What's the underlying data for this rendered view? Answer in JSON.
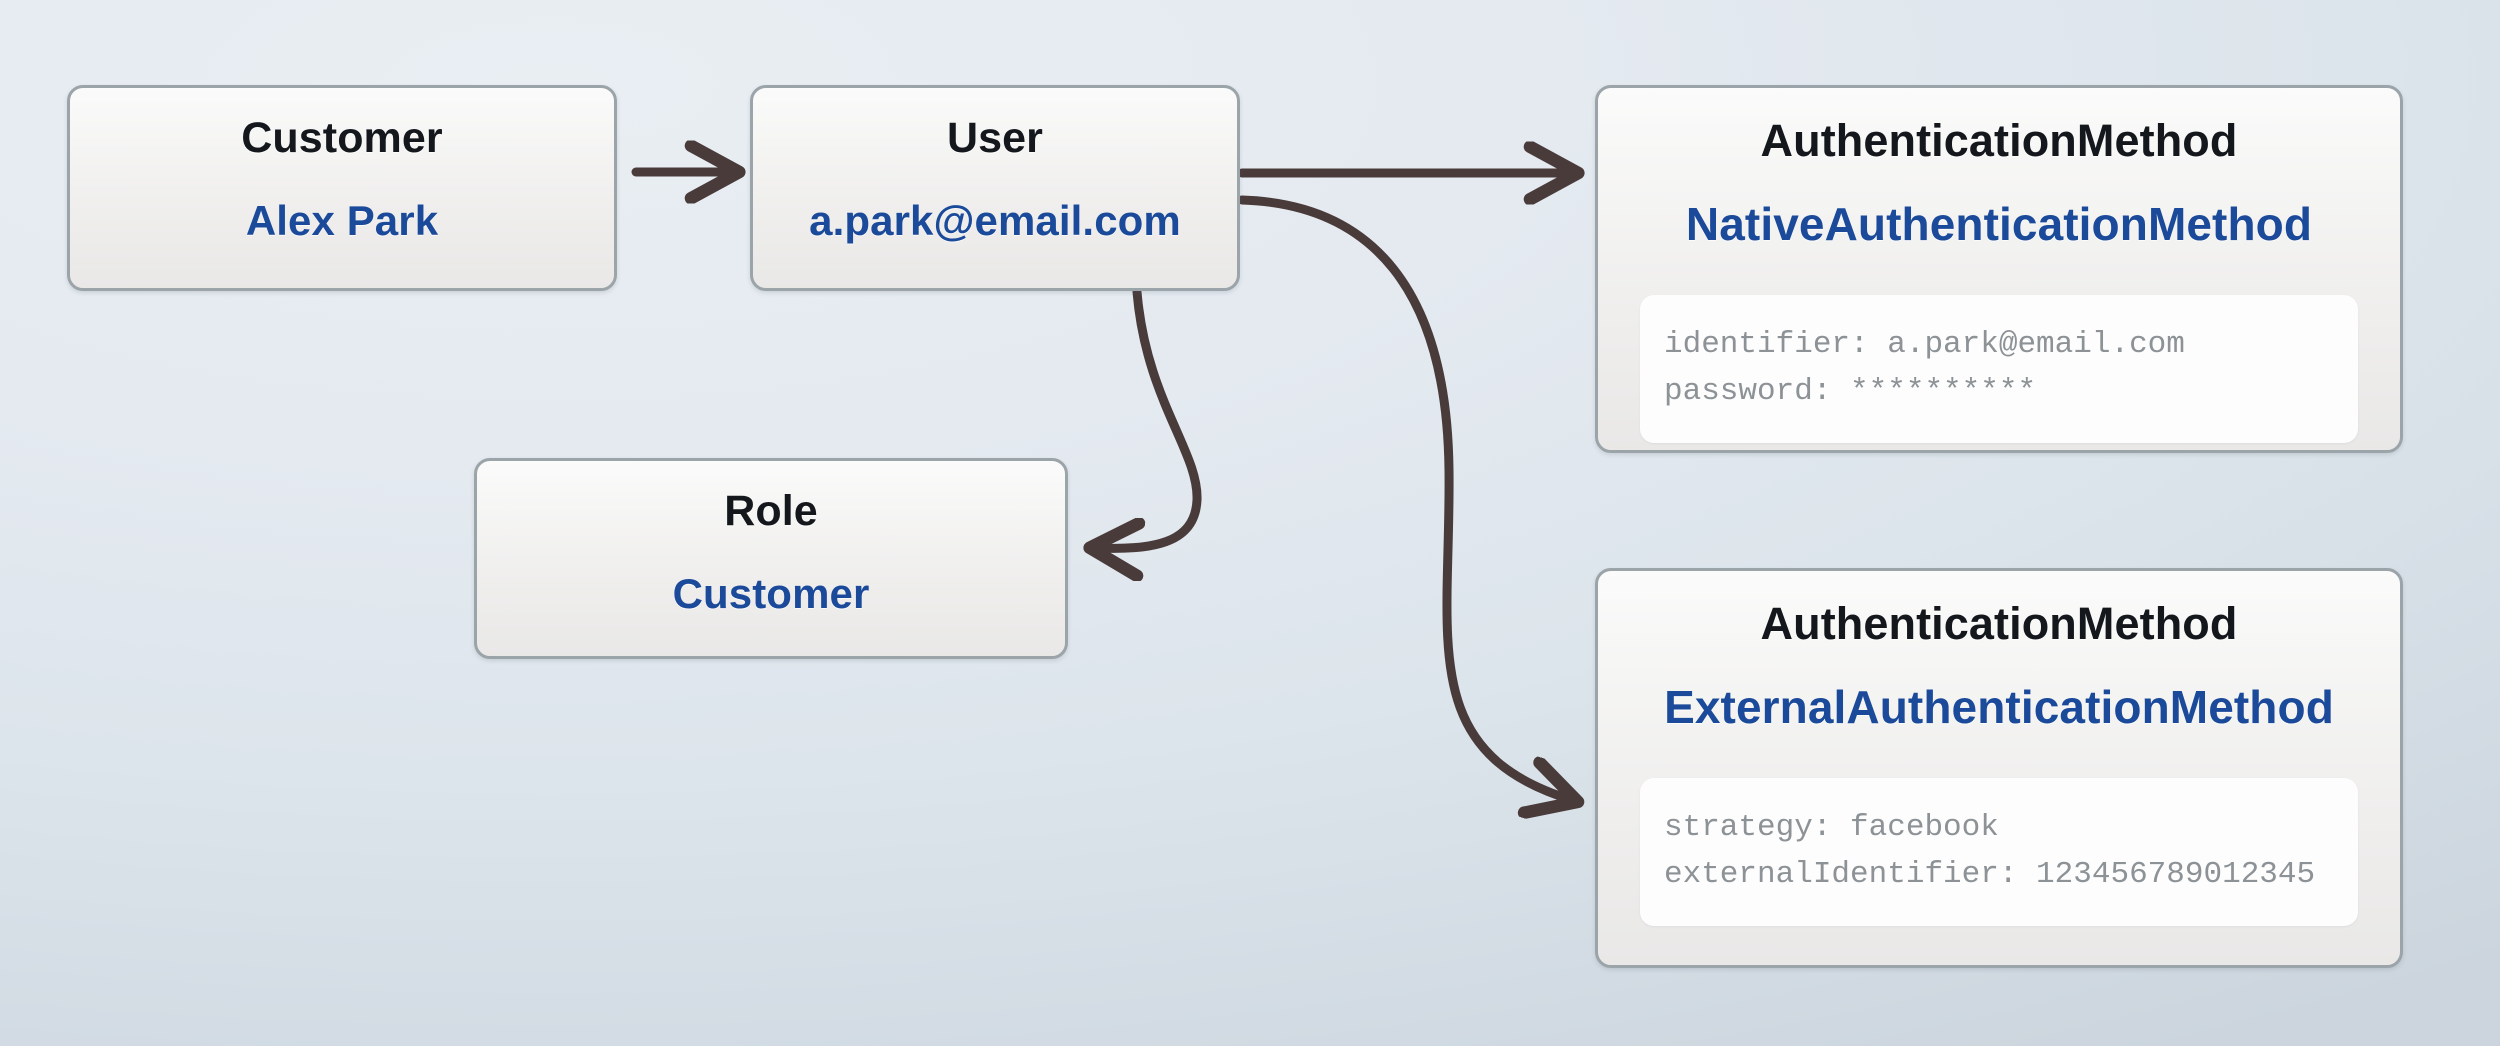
{
  "diagram": {
    "title": "User authentication entity relationship diagram",
    "background_color_top": "#e9eef3",
    "background_color_bottom": "#ccd5dd",
    "edge_color": "#4a3b3b",
    "node_border_color": "#9ba4a9",
    "type_text_color": "#14171c",
    "name_text_color": "#1b4a9a",
    "property_text_color": "#8d9296"
  },
  "nodes": {
    "customer": {
      "type": "Customer",
      "name": "Alex Park"
    },
    "user": {
      "type": "User",
      "name": "a.park@email.com"
    },
    "role": {
      "type": "Role",
      "name": "Customer"
    },
    "native_auth": {
      "type": "AuthenticationMethod",
      "name": "NativeAuthenticationMethod",
      "properties": [
        "identifier: a.park@email.com",
        "password: **********"
      ]
    },
    "external_auth": {
      "type": "AuthenticationMethod",
      "name": "ExternalAuthenticationMethod",
      "properties": [
        "strategy: facebook",
        "externalIdentifier: 123456789012345"
      ]
    }
  },
  "edges": [
    {
      "id": "customer-to-user",
      "from": "customer",
      "to": "user",
      "style": "straight-arrow"
    },
    {
      "id": "user-to-native-auth",
      "from": "user",
      "to": "native_auth",
      "style": "straight-arrow"
    },
    {
      "id": "user-to-external-auth",
      "from": "user",
      "to": "external_auth",
      "style": "curved-arrow"
    },
    {
      "id": "user-to-role",
      "from": "user",
      "to": "role",
      "style": "curved-arrow"
    }
  ]
}
